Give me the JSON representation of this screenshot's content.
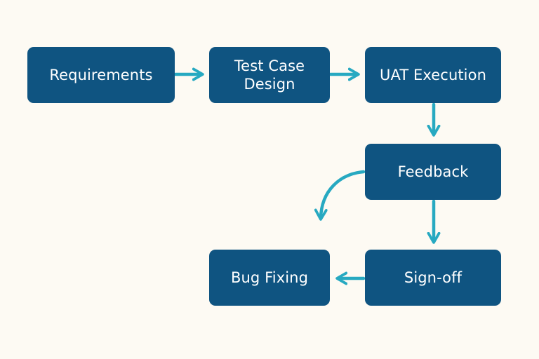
{
  "colors": {
    "background": "#fdfaf3",
    "node_fill": "#0f5481",
    "node_text": "#ffffff",
    "arrow": "#27a9c1"
  },
  "nodes": {
    "requirements": "Requirements",
    "test_case_design": "Test Case\nDesign",
    "uat_execution": "UAT Execution",
    "feedback": "Feedback",
    "bug_fixing": "Bug Fixing",
    "sign_off": "Sign-off"
  },
  "edges": [
    {
      "from": "requirements",
      "to": "test_case_design"
    },
    {
      "from": "test_case_design",
      "to": "uat_execution"
    },
    {
      "from": "uat_execution",
      "to": "feedback"
    },
    {
      "from": "feedback",
      "to": "sign_off"
    },
    {
      "from": "feedback",
      "to": "bug_fixing"
    },
    {
      "from": "sign_off",
      "to": "bug_fixing"
    }
  ]
}
